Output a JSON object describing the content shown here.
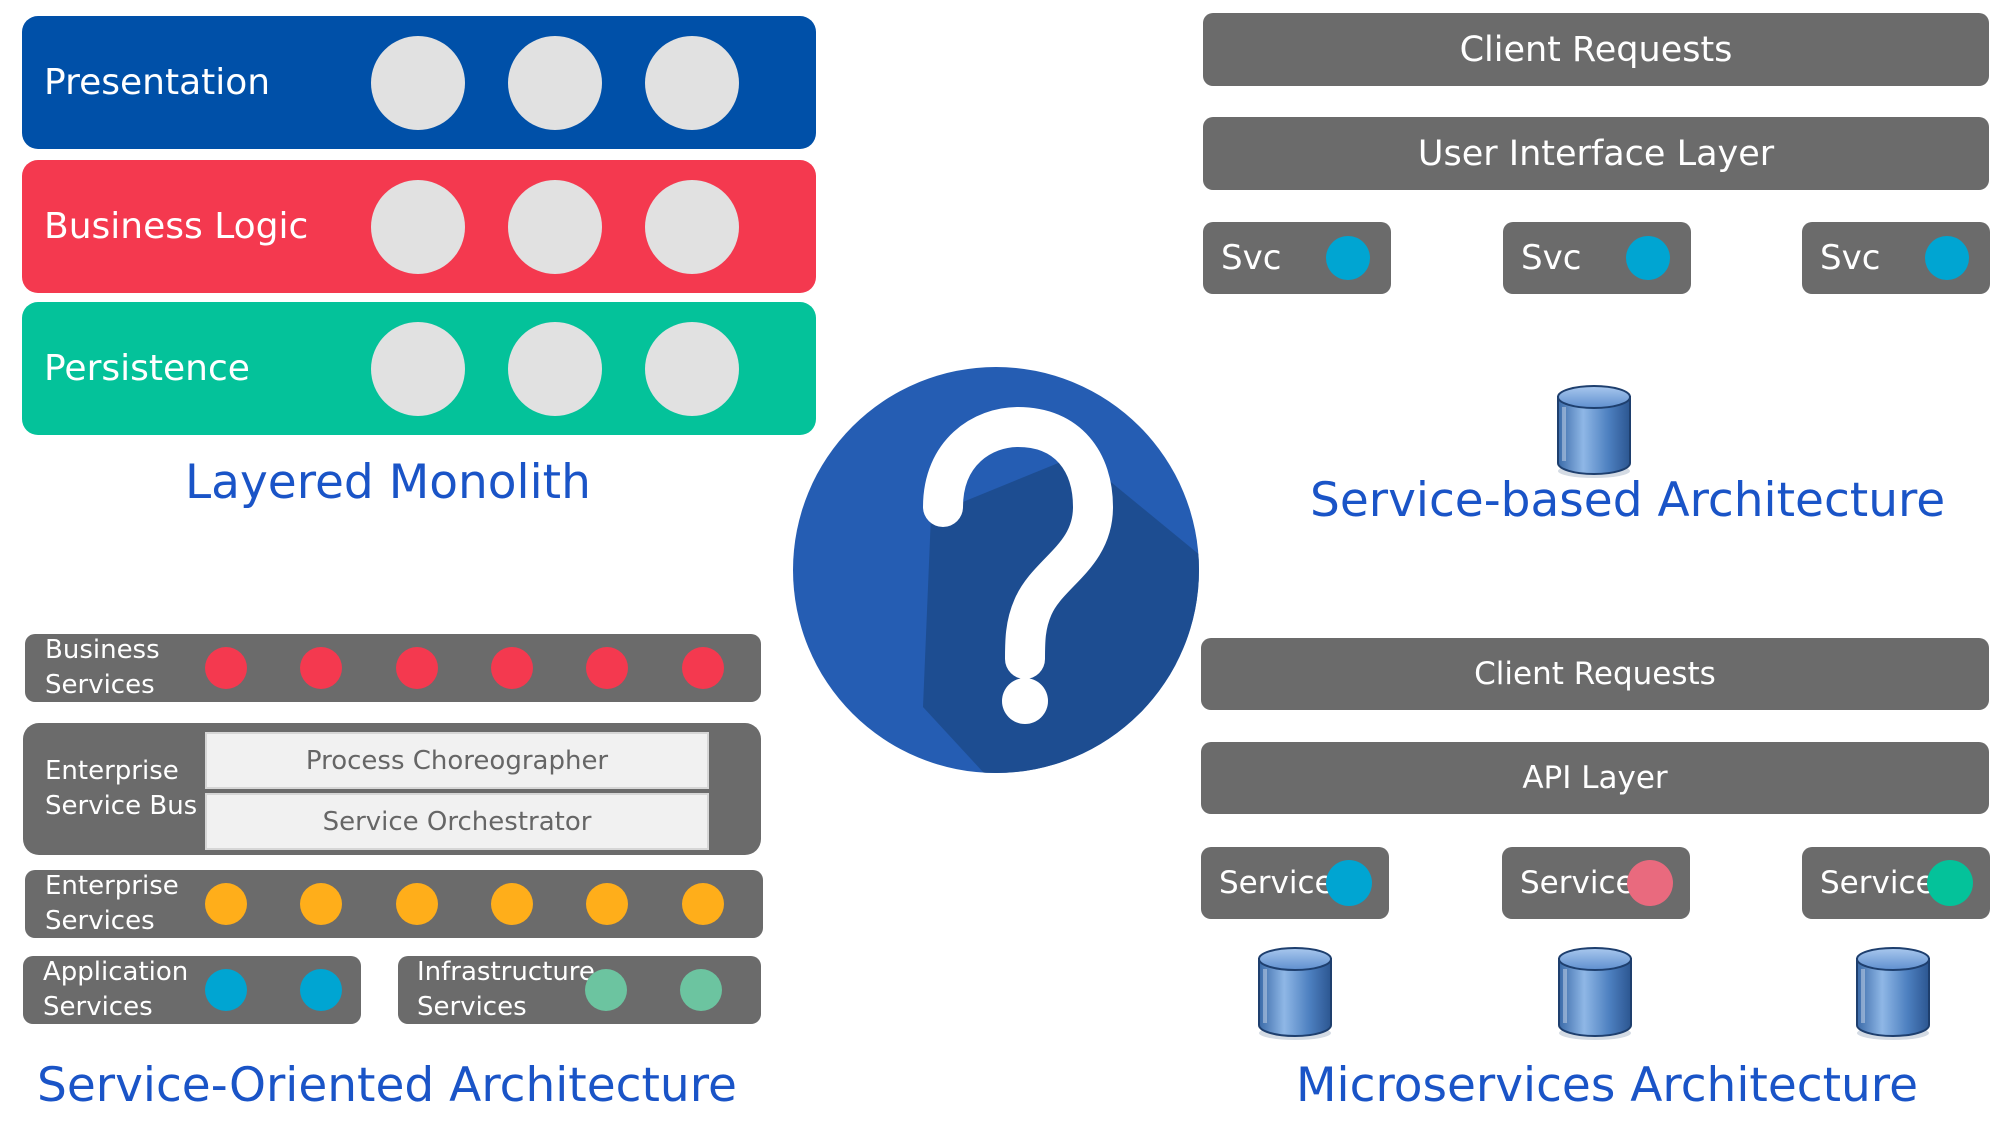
{
  "colors": {
    "presentation": "#0050a8",
    "business_logic": "#f4394f",
    "persistence": "#04c29a",
    "grey": "#6b6b6b",
    "caption_blue": "#1a54c7",
    "cyan": "#00a5d2",
    "pink": "#e96a7e",
    "teal": "#04c29a",
    "red": "#f4394f",
    "orange": "#ffae1a",
    "mint": "#6cc4a0"
  },
  "layered_monolith": {
    "caption": "Layered Monolith",
    "layers": [
      {
        "label": "Presentation"
      },
      {
        "label": "Business Logic"
      },
      {
        "label": "Persistence"
      }
    ]
  },
  "service_based": {
    "caption": "Service-based Architecture",
    "client_requests": "Client Requests",
    "ui_layer": "User Interface Layer",
    "services": [
      "Svc",
      "Svc",
      "Svc"
    ],
    "database_icon": "database-icon"
  },
  "center": {
    "icon": "question-mark-icon"
  },
  "soa": {
    "caption": "Service-Oriented Architecture",
    "business_services": "Business\nServices",
    "enterprise_service_bus": "Enterprise\nService Bus",
    "process_choreographer": "Process Choreographer",
    "service_orchestrator": "Service Orchestrator",
    "enterprise_services": "Enterprise\nServices",
    "application_services": "Application\nServices",
    "infrastructure_services": "Infrastructure\nServices"
  },
  "microservices": {
    "caption": "Microservices Architecture",
    "client_requests": "Client Requests",
    "api_layer": "API Layer",
    "services": [
      {
        "label": "Service",
        "dot_color": "#00a5d2"
      },
      {
        "label": "Service",
        "dot_color": "#e96a7e"
      },
      {
        "label": "Service",
        "dot_color": "#04c29a"
      }
    ],
    "database_icon": "database-icon"
  }
}
